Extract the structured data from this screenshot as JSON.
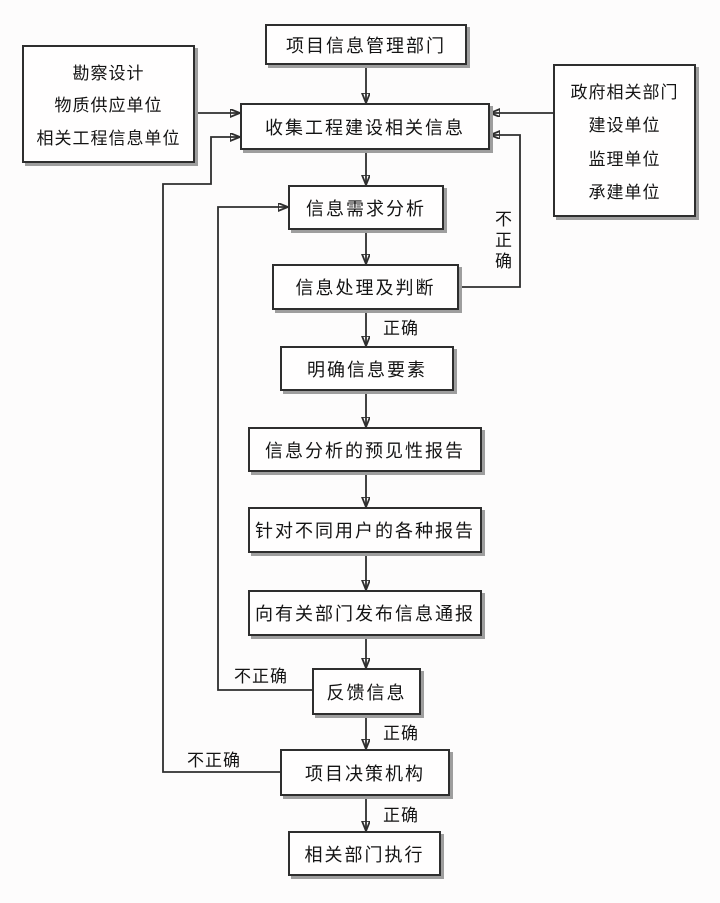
{
  "diagram": {
    "colors": {
      "background": "#fdfcfc",
      "line": "#2e2e2e",
      "shadow": "#9e9e9e",
      "text": "#141414"
    },
    "nodes": {
      "project_info_dept": "项目信息管理部门",
      "collect_info": "收集工程建设相关信息",
      "demand_analysis": "信息需求分析",
      "process_judge": "信息处理及判断",
      "clarify_elements": "明确信息要素",
      "predictive_report": "信息分析的预见性报告",
      "user_reports": "针对不同用户的各种报告",
      "publish_notice": "向有关部门发布信息通报",
      "feedback_info": "反馈信息",
      "decision_body": "项目决策机构",
      "execute_dept": "相关部门执行"
    },
    "source_left": [
      "勘察设计",
      "物质供应单位",
      "相关工程信息单位"
    ],
    "source_right": [
      "政府相关部门",
      "建设单位",
      "监理单位",
      "承建单位"
    ],
    "labels": {
      "correct_after_judge": "正确",
      "correct_after_feedback": "正确",
      "correct_after_decision": "正确",
      "incorrect_from_feedback": "不正确",
      "incorrect_from_decision": "不正确",
      "incorrect_from_judge": "不正确"
    }
  }
}
